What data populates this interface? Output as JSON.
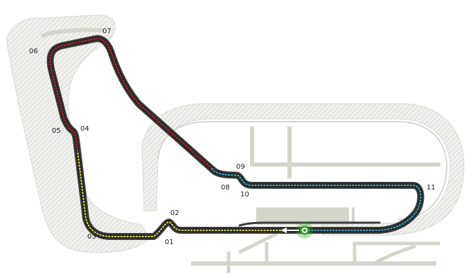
{
  "map": {
    "colors": {
      "background": "#ffffff",
      "runoff_fill": "#f1f1ee",
      "runoff_hatch": "#cfcfca",
      "runoff_edge": "#d6d6d1",
      "service_road": "#d3d4ca",
      "track_outer": "#3b3b3b",
      "track_inner": "#262626",
      "sector1": "#e8e23a",
      "sector2": "#cc2a2a",
      "sector3": "#3fb8d8",
      "start_marker": "#3aa32a",
      "arrow": "#ffffff"
    },
    "turns": [
      {
        "id": "turn-01",
        "label": "01"
      },
      {
        "id": "turn-02",
        "label": "02"
      },
      {
        "id": "turn-03",
        "label": "03"
      },
      {
        "id": "turn-04",
        "label": "04"
      },
      {
        "id": "turn-05",
        "label": "05"
      },
      {
        "id": "turn-06",
        "label": "06"
      },
      {
        "id": "turn-07",
        "label": "07"
      },
      {
        "id": "turn-08",
        "label": "08"
      },
      {
        "id": "turn-09",
        "label": "09"
      },
      {
        "id": "turn-10",
        "label": "10"
      },
      {
        "id": "turn-11",
        "label": "11"
      }
    ],
    "sectors": [
      {
        "id": "sector-1",
        "color_key": "sector1"
      },
      {
        "id": "sector-2",
        "color_key": "sector2"
      },
      {
        "id": "sector-3",
        "color_key": "sector3"
      }
    ],
    "icons": {
      "start": "start-finish-marker-icon",
      "direction": "direction-arrow-icon"
    }
  }
}
